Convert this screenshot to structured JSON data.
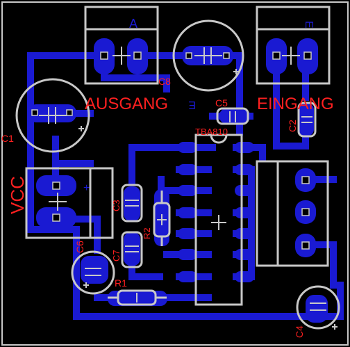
{
  "board": {
    "colors": {
      "background": "#000000",
      "trace": "#1a1ad2",
      "outline": "#c8c8c8",
      "label": "#ff2020",
      "hole": "#000000"
    }
  },
  "labels": {
    "ausgang": "AUSGANG",
    "eingang": "EINGANG",
    "vcc": "VCC",
    "ic": "TBA810",
    "c1": "C1",
    "c2": "C2",
    "c3": "C3",
    "c4": "C4",
    "c5": "C5",
    "c6": "C6",
    "c7": "C7",
    "c8": "C8",
    "r1": "R1",
    "r2": "R2",
    "mirror_a": "A",
    "mirror_e": "E",
    "mirror_plus": "+",
    "mirror_e2": "E"
  }
}
